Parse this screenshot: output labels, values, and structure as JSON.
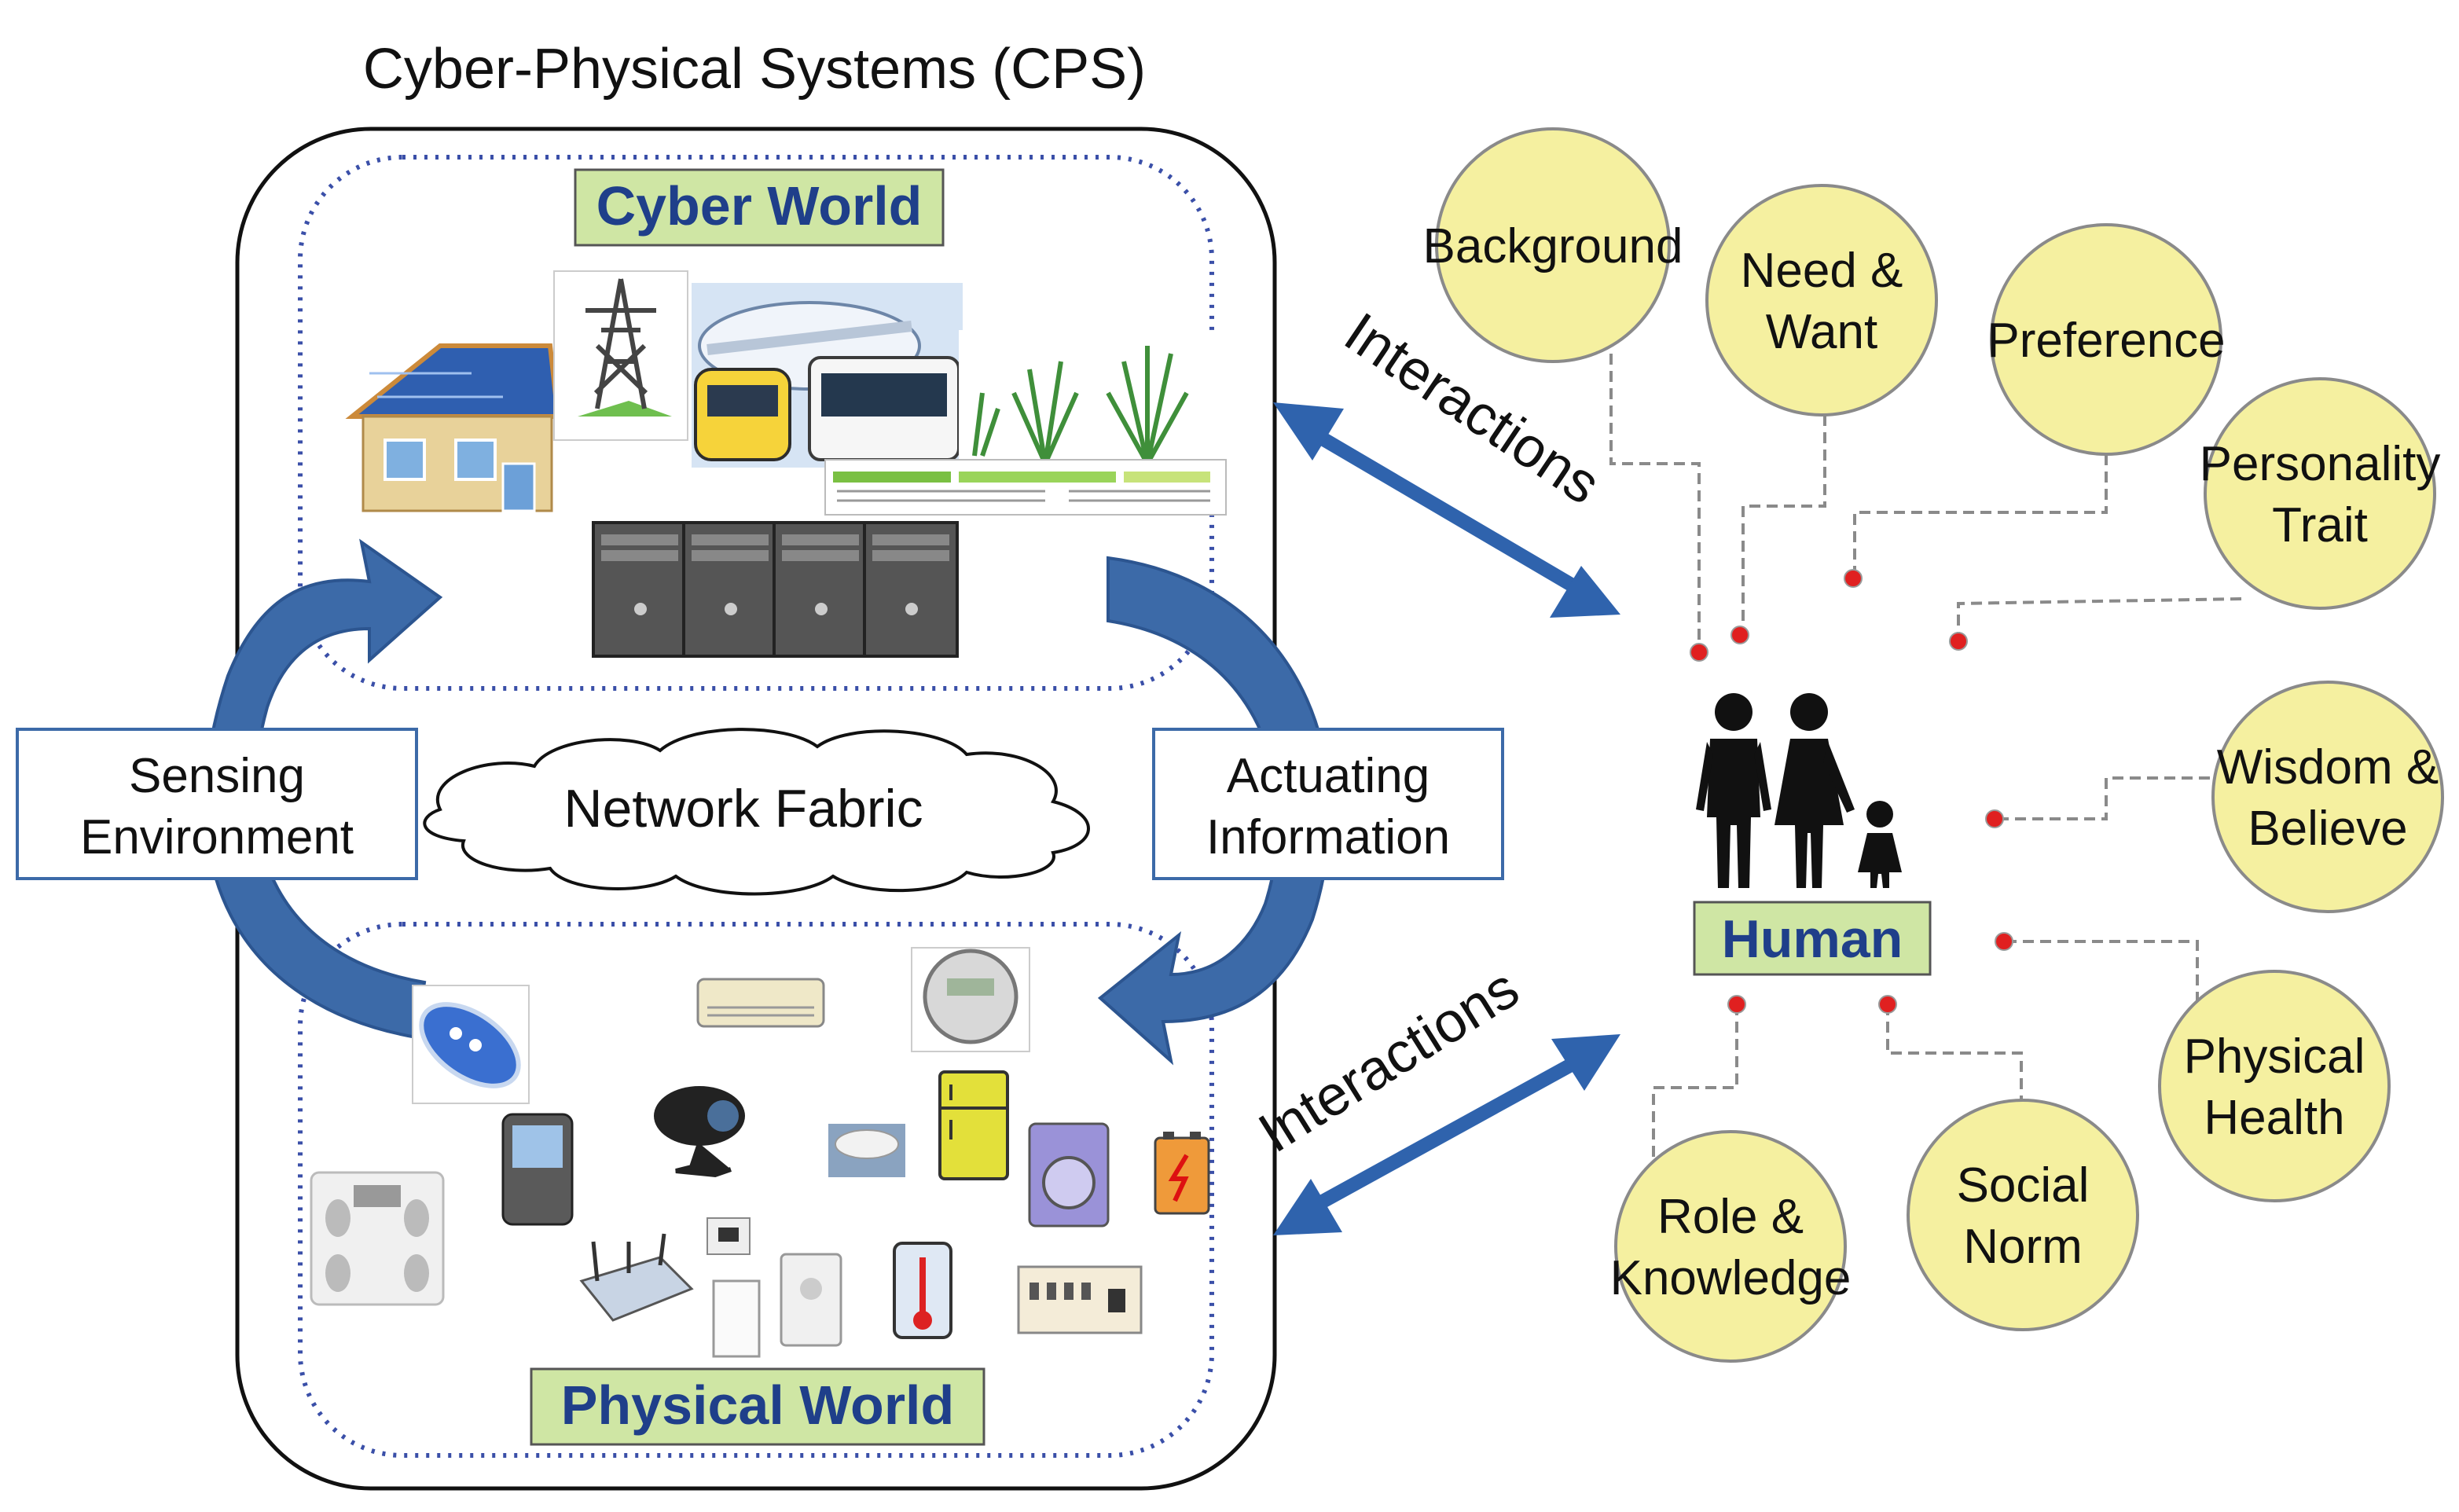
{
  "title": "Cyber-Physical Systems (CPS)",
  "cyber_world": {
    "label": "Cyber World"
  },
  "physical_world": {
    "label": "Physical World"
  },
  "network": {
    "label": "Network Fabric"
  },
  "sensing": {
    "line1": "Sensing",
    "line2": "Environment"
  },
  "actuating": {
    "line1": "Actuating",
    "line2": "Information"
  },
  "interactions": {
    "top": "Interactions",
    "bottom": "Interactions"
  },
  "human": {
    "label": "Human"
  },
  "factors": [
    {
      "id": "background",
      "lines": [
        "Background"
      ]
    },
    {
      "id": "need-want",
      "lines": [
        "Need &",
        "Want"
      ]
    },
    {
      "id": "preference",
      "lines": [
        "Preference"
      ]
    },
    {
      "id": "personality-trait",
      "lines": [
        "Personality",
        "Trait"
      ]
    },
    {
      "id": "wisdom-believe",
      "lines": [
        "Wisdom &",
        "Believe"
      ]
    },
    {
      "id": "physical-health",
      "lines": [
        "Physical",
        "Health"
      ]
    },
    {
      "id": "social-norm",
      "lines": [
        "Social",
        "Norm"
      ]
    },
    {
      "id": "role-knowledge",
      "lines": [
        "Role &",
        "Knowledge"
      ]
    }
  ],
  "colors": {
    "circle_fill": "#f5f0a0",
    "circle_stroke": "#8a8a8a",
    "label_fill": "#cfe6a4",
    "label_text": "#1f3f8a",
    "arrow_blue": "#3a6fb0",
    "connector_dot": "#e02020",
    "dotted_border": "#3a4fa8"
  },
  "icons": {
    "cyber": [
      "house-solar-icon",
      "power-tower-icon",
      "transport-icon",
      "crops-icon",
      "data-sheet-icon",
      "server-icon"
    ],
    "physical": [
      "remote-icon",
      "air-conditioner-icon",
      "electric-meter-icon",
      "phone-icon",
      "webcam-icon",
      "smoke-detector-icon",
      "fridge-icon",
      "washer-icon",
      "battery-icon",
      "scale-icon",
      "router-icon",
      "thermostat-icon",
      "switch-panel-icon",
      "sensor-icon",
      "outlet-icon"
    ]
  }
}
